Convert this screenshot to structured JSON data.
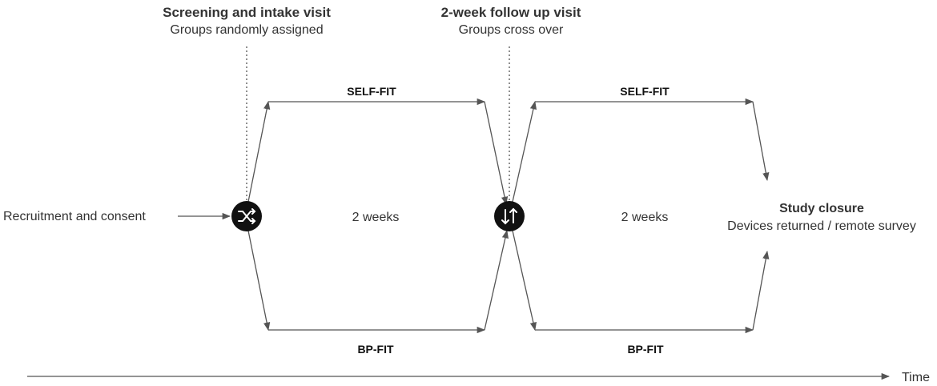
{
  "visits": {
    "intake": {
      "title": "Screening and intake visit",
      "subtitle": "Groups randomly assigned"
    },
    "followup": {
      "title": "2-week follow up visit",
      "subtitle": "Groups cross over"
    }
  },
  "labels": {
    "recruitment": "Recruitment and consent",
    "period1_duration": "2 weeks",
    "period2_duration": "2 weeks",
    "arm_top_1": "SELF-FIT",
    "arm_bottom_1": "BP-FIT",
    "arm_top_2": "SELF-FIT",
    "arm_bottom_2": "BP-FIT",
    "closure_title": "Study closure",
    "closure_subtitle": "Devices returned / remote survey",
    "time_axis": "Time"
  },
  "icons": {
    "randomize": "shuffle-icon",
    "crossover": "swap-vertical-icon"
  },
  "colors": {
    "line": "#555555",
    "text": "#333333",
    "node": "#111111"
  }
}
